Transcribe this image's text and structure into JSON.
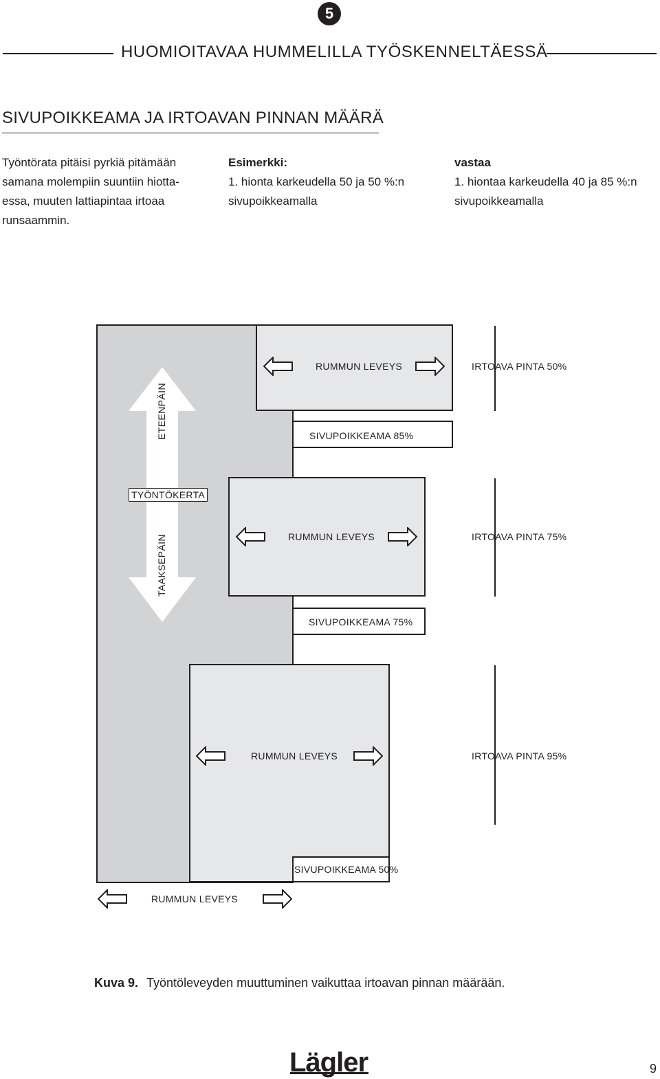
{
  "chapter": {
    "number": "5",
    "title": "HUOMIOITAVAA HUMMELILLA TYÖSKENNELTÄESSÄ"
  },
  "section": {
    "title": "SIVUPOIKKEAMA JA IRTOAVAN PINNAN MÄÄRÄ"
  },
  "intro": {
    "line1": "Työntörata pitäisi pyrkiä pitämään",
    "line2": "samana molempiin suuntiin hiotta-",
    "line3": "essa, muuten lattiapintaa irtoaa",
    "line4": "runsaammin."
  },
  "example": {
    "heading": "Esimerkki:",
    "line1": "1. hionta karkeudella 50 ja 50 %:n",
    "line2": "sivupoikkeamalla"
  },
  "compare": {
    "heading": "vastaa",
    "line1": "1. hiontaa karkeudella 40 ja 85 %:n",
    "line2": "sivupoikkeamalla"
  },
  "diagram": {
    "forward_label": "ETEENPÄIN",
    "backward_label": "TAAKSEPÄIN",
    "pass_label": "TYÖNTÖKERTA",
    "bottom_width_label": "RUMMUN LEVEYS",
    "rows": [
      {
        "width_label": "RUMMUN LEVEYS",
        "loose_label": "IRTOAVA PINTA 50%",
        "offset_label": "SIVUPOIKKEAMA 85%"
      },
      {
        "width_label": "RUMMUN LEVEYS",
        "loose_label": "IRTOAVA PINTA 75%",
        "offset_label": "SIVUPOIKKEAMA 75%"
      },
      {
        "width_label": "RUMMUN LEVEYS",
        "loose_label": "IRTOAVA PINTA 95%",
        "offset_label": "SIVUPOIKKEAMA 50%"
      }
    ]
  },
  "caption": {
    "label": "Kuva 9.",
    "text": "Työntöleveyden muuttuminen vaikuttaa irtoavan pinnan määrään."
  },
  "footer": {
    "logo": "Lägler",
    "page_number": "9"
  },
  "colors": {
    "ink": "#231f20",
    "panel_gray": "#d1d3d4",
    "drum_gray": "#e6e7e8"
  }
}
